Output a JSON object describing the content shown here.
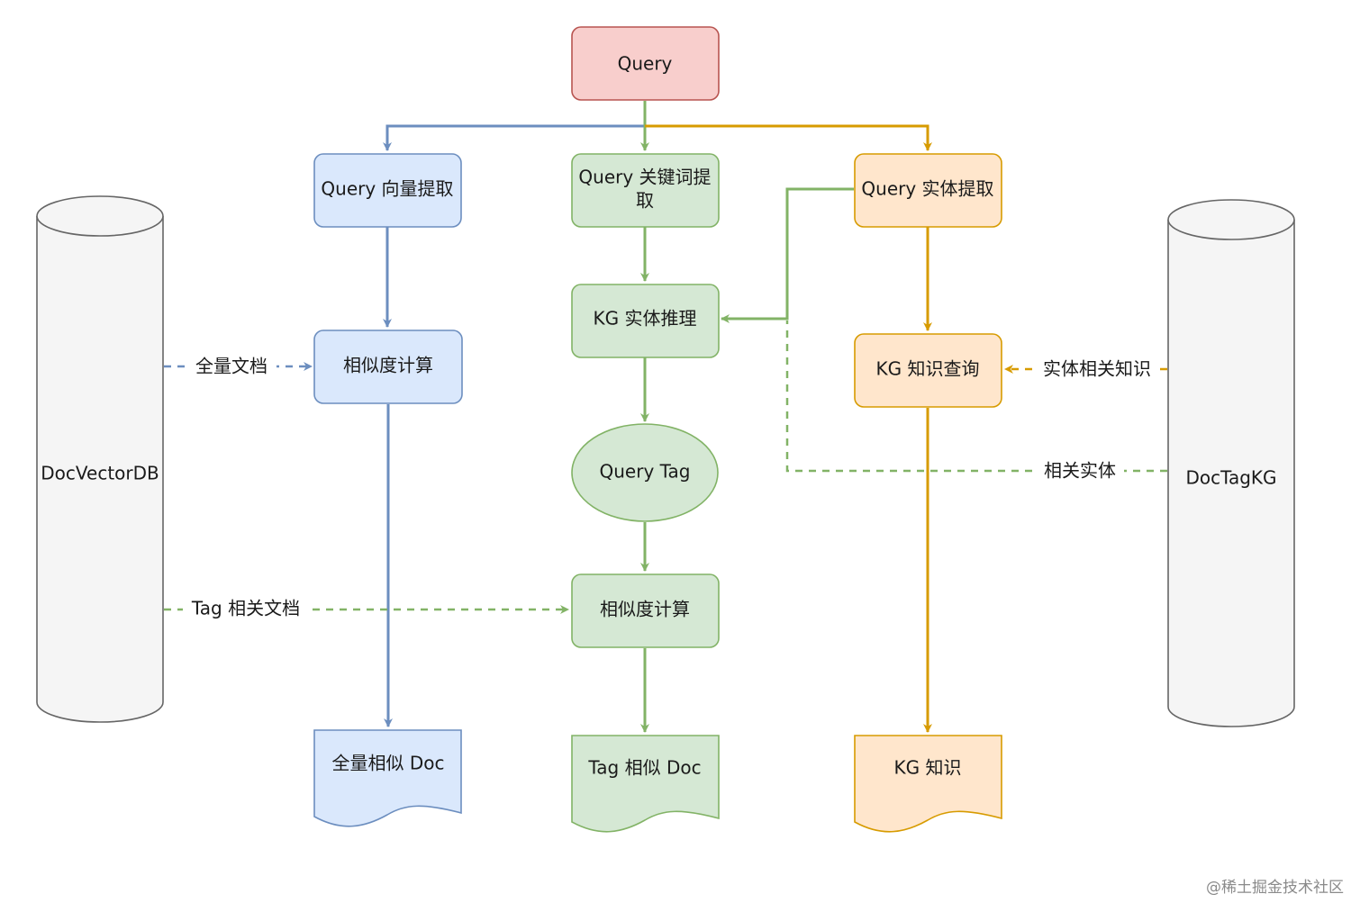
{
  "colors": {
    "red_fill": "#f8cecc",
    "red_stroke": "#b85450",
    "blue_fill": "#dae8fc",
    "blue_stroke": "#6c8ebf",
    "green_fill": "#d5e8d4",
    "green_stroke": "#82b366",
    "orange_fill": "#ffe6cc",
    "orange_stroke": "#d79b00",
    "gray_fill": "#f5f5f5",
    "gray_stroke": "#666666"
  },
  "nodes": {
    "query": "Query",
    "vector_extract": "Query 向量提取",
    "keyword_extract_line1": "Query 关键词提",
    "keyword_extract_line2": "取",
    "entity_extract": "Query 实体提取",
    "kg_entity_reasoning": "KG 实体推理",
    "similarity_blue": "相似度计算",
    "kg_knowledge_query": "KG 知识查询",
    "query_tag": "Query Tag",
    "similarity_green": "相似度计算",
    "full_similar_doc": "全量相似 Doc",
    "tag_similar_doc": "Tag 相似 Doc",
    "kg_knowledge": "KG 知识",
    "doc_vector_db": "DocVectorDB",
    "doc_tag_kg": "DocTagKG"
  },
  "edge_labels": {
    "all_docs": "全量文档",
    "tag_related_docs": "Tag 相关文档",
    "entity_related_knowledge": "实体相关知识",
    "related_entities": "相关实体"
  },
  "watermark": "@稀土掘金技术社区"
}
